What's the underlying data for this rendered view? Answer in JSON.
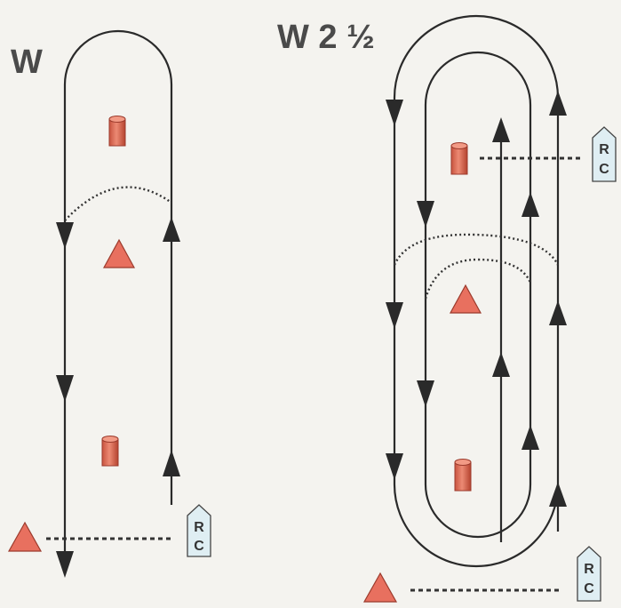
{
  "courses": [
    {
      "title": "W",
      "committee_boat": {
        "letters": [
          "R",
          "C"
        ]
      }
    },
    {
      "title": "W 2 ½",
      "committee_boat": {
        "letters": [
          "R",
          "C"
        ]
      }
    }
  ],
  "colors": {
    "line": "#2a2a2a",
    "mark_fill": "#e8705f",
    "mark_stroke": "#9b3a2c",
    "committee_fill": "#dfeef3",
    "committee_stroke": "#444444",
    "dotted_line": "#333333"
  }
}
